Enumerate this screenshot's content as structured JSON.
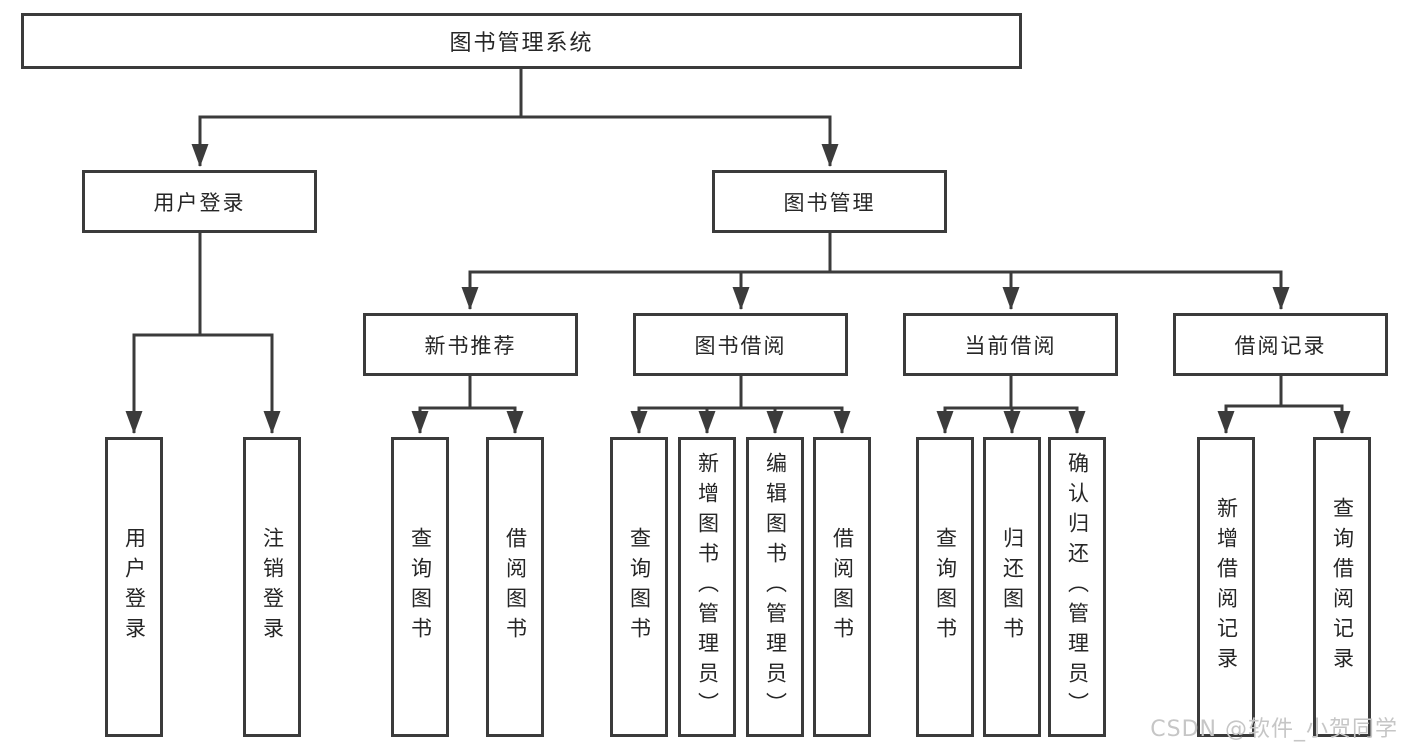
{
  "colors": {
    "background": "#ffffff",
    "line": "#3b3b3b",
    "box_border": "#3b3b3b",
    "box_background": "#ffffff",
    "text": "#262626",
    "watermark": "#c6c6c6"
  },
  "watermark": {
    "text": "CSDN @软件_小贺同学"
  },
  "tree": {
    "root": {
      "label": "图书管理系统"
    },
    "branches": [
      {
        "label": "用户登录",
        "children": [
          {
            "label": "用户登录"
          },
          {
            "label": "注销登录"
          }
        ]
      },
      {
        "label": "图书管理",
        "children": [
          {
            "label": "新书推荐",
            "children": [
              {
                "label": "查询图书"
              },
              {
                "label": "借阅图书"
              }
            ]
          },
          {
            "label": "图书借阅",
            "children": [
              {
                "label": "查询图书"
              },
              {
                "label": "新增图书（管理员）"
              },
              {
                "label": "编辑图书（管理员）"
              },
              {
                "label": "借阅图书"
              }
            ]
          },
          {
            "label": "当前借阅",
            "children": [
              {
                "label": "查询图书"
              },
              {
                "label": "归还图书"
              },
              {
                "label": "确认归还（管理员）"
              }
            ]
          },
          {
            "label": "借阅记录",
            "children": [
              {
                "label": "新增借阅记录"
              },
              {
                "label": "查询借阅记录"
              }
            ]
          }
        ]
      }
    ]
  }
}
